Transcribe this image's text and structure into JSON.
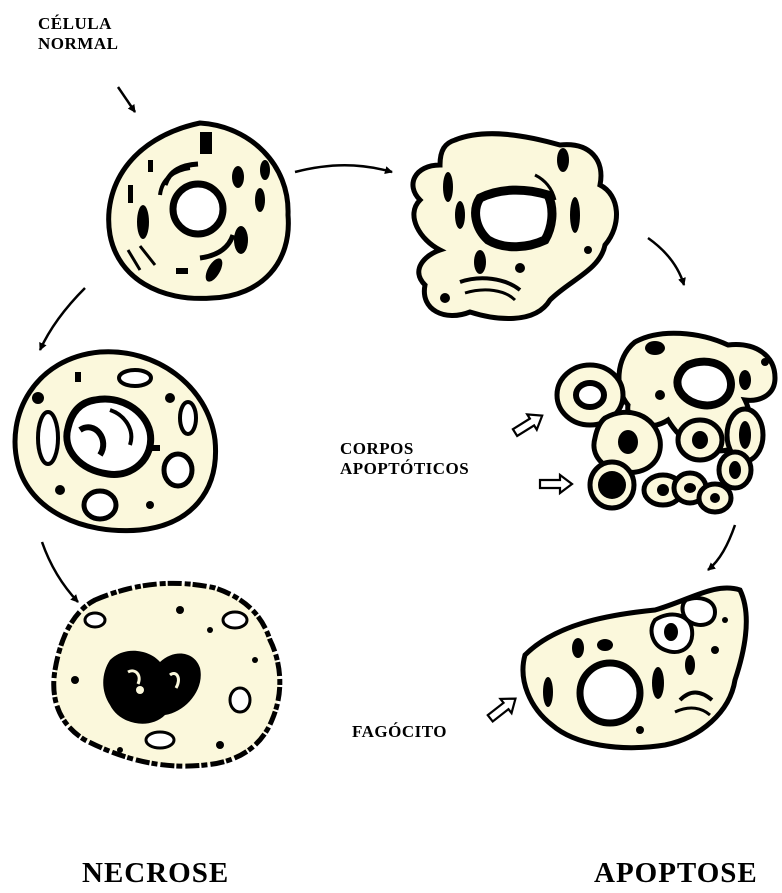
{
  "labels": {
    "normal_line1": "CÉLULA",
    "normal_line2": "NORMAL",
    "corpos_line1": "CORPOS",
    "corpos_line2": "APOPTÓTICOS",
    "fagocito": "FAGÓCITO",
    "necrose": "NECROSE",
    "apoptose": "APOPTOSE"
  },
  "colors": {
    "cytoplasm": "#fbf8dc",
    "outline": "#000000",
    "background": "#ffffff"
  }
}
